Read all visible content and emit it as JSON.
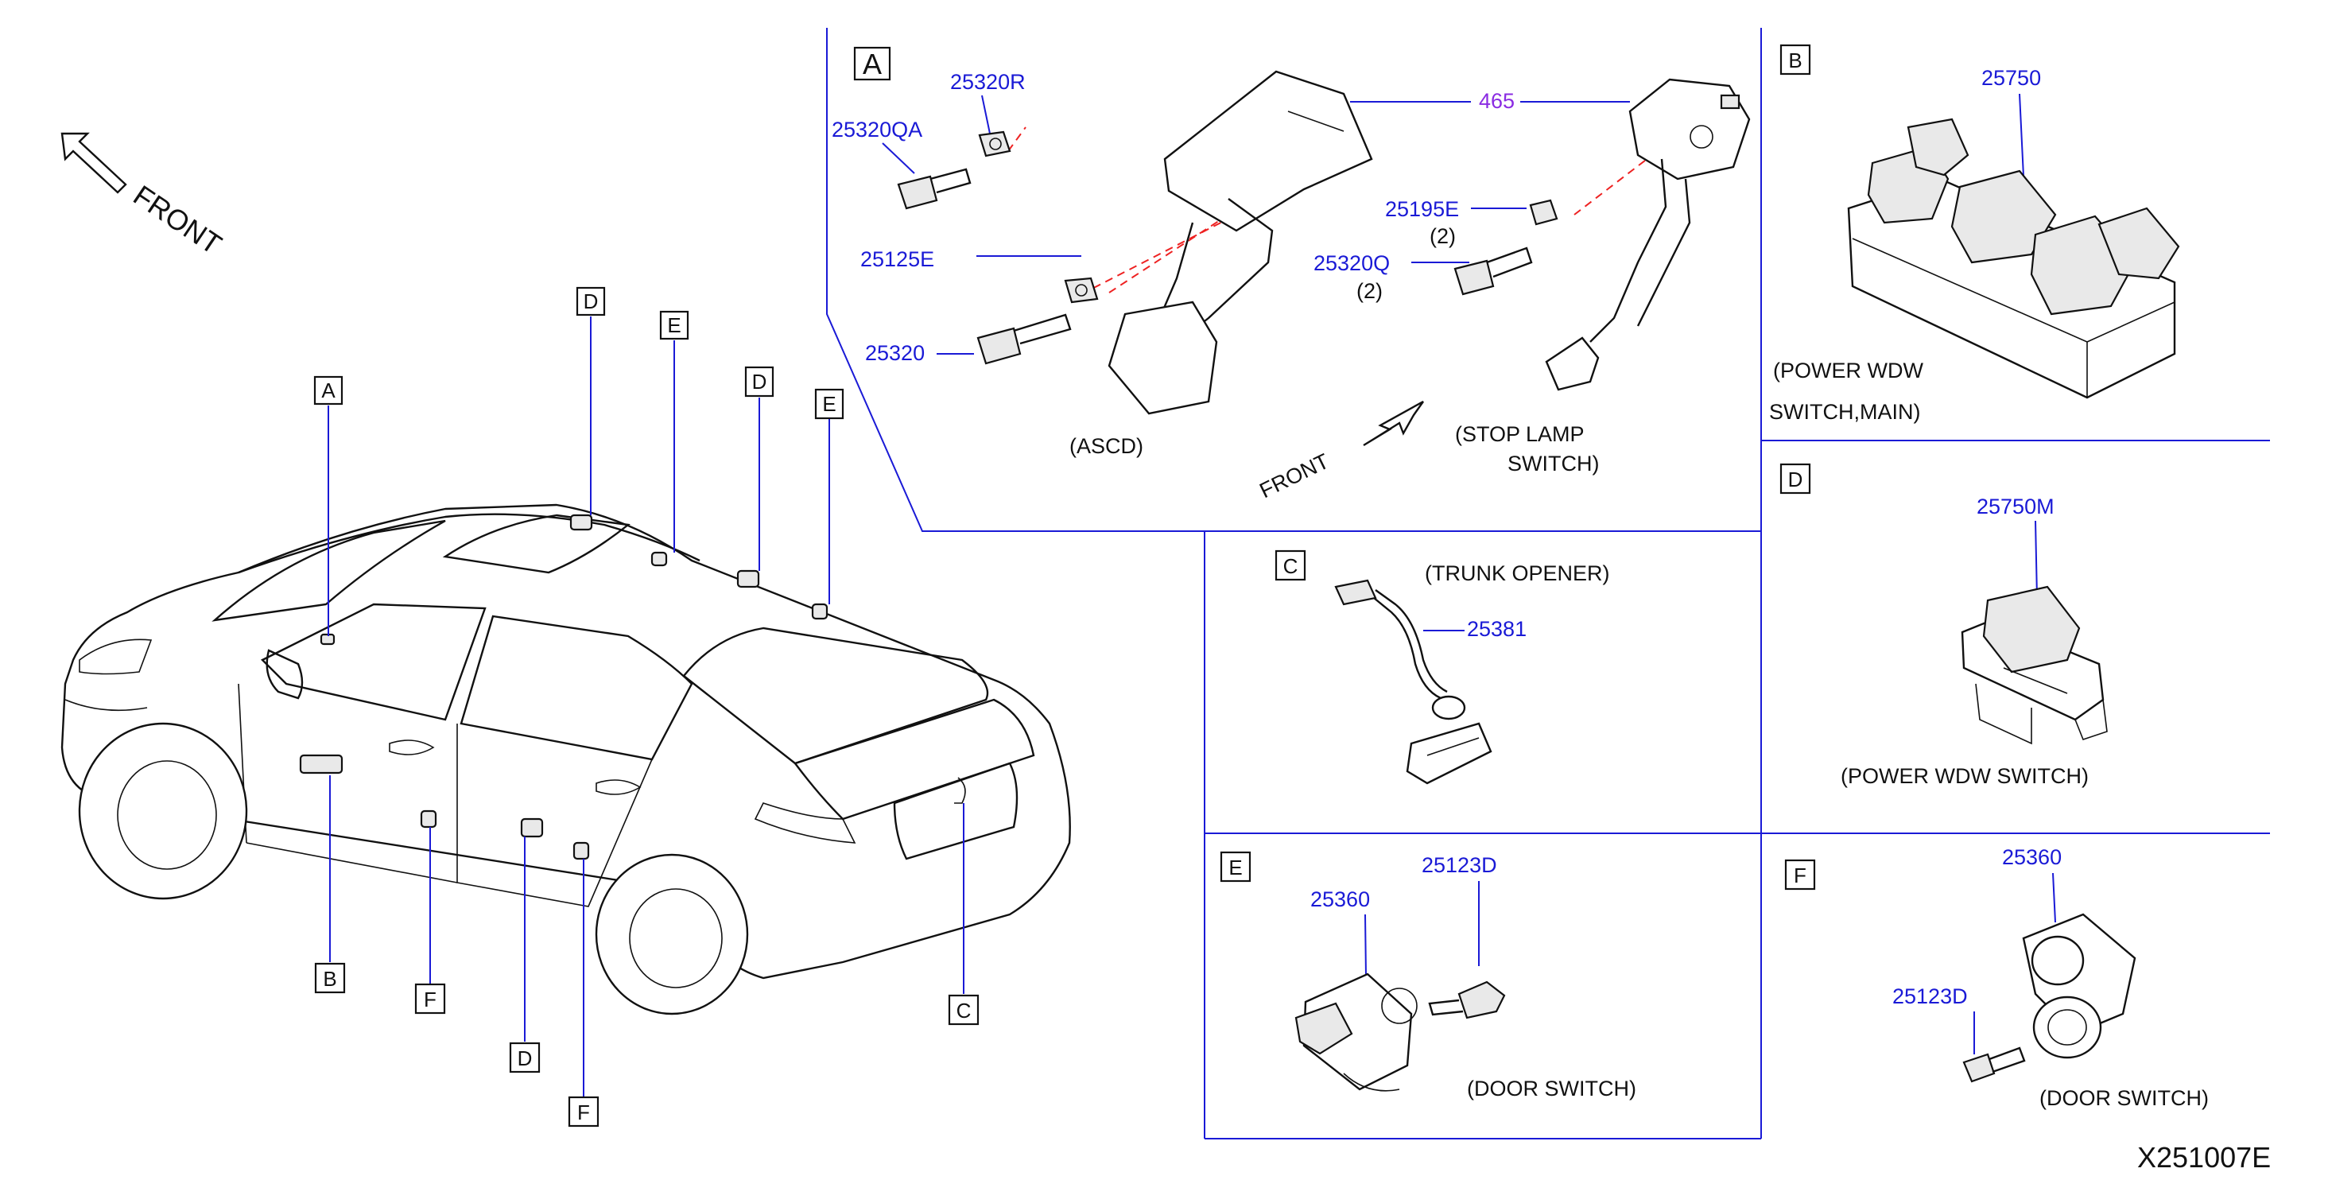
{
  "diagram_code": "X251007E",
  "front_label_main": "FRONT",
  "front_label_pedal": "FRONT",
  "callouts": {
    "vehicle": [
      "A",
      "B",
      "C",
      "D",
      "D",
      "E",
      "E",
      "F",
      "F"
    ],
    "panels": [
      "A",
      "B",
      "C",
      "D",
      "E",
      "F"
    ]
  },
  "panel_a": {
    "key": "A",
    "parts": {
      "p25320R": "25320R",
      "p25320QA": "25320QA",
      "p25125E": "25125E",
      "p25320": "25320",
      "p465": "465",
      "p25195E": "25195E",
      "p25195E_qty": "(2)",
      "p25320Q": "25320Q",
      "p25320Q_qty": "(2)"
    },
    "caption_ascd": "(ASCD)",
    "caption_stop_line1": "(STOP   LAMP",
    "caption_stop_line2": "SWITCH)"
  },
  "panel_b": {
    "key": "B",
    "part": "25750",
    "caption_line1": "(POWER   WDW",
    "caption_line2": "SWITCH,MAIN)"
  },
  "panel_c": {
    "key": "C",
    "part": "25381",
    "caption": "(TRUNK   OPENER)"
  },
  "panel_d": {
    "key": "D",
    "part": "25750M",
    "caption": "(POWER   WDW      SWITCH)"
  },
  "panel_e": {
    "key": "E",
    "part_switch": "25360",
    "part_bolt": "25123D",
    "caption": "(DOOR   SWITCH)"
  },
  "panel_f": {
    "key": "F",
    "part_switch": "25360",
    "part_bolt": "25123D",
    "caption": "(DOOR   SWITCH)"
  },
  "colors": {
    "part_number": "#1a1ad6",
    "part_number_alt": "#8a2be2",
    "divider": "#1a1ad6",
    "dashed_axis": "#e22222",
    "line_art": "#111111"
  }
}
